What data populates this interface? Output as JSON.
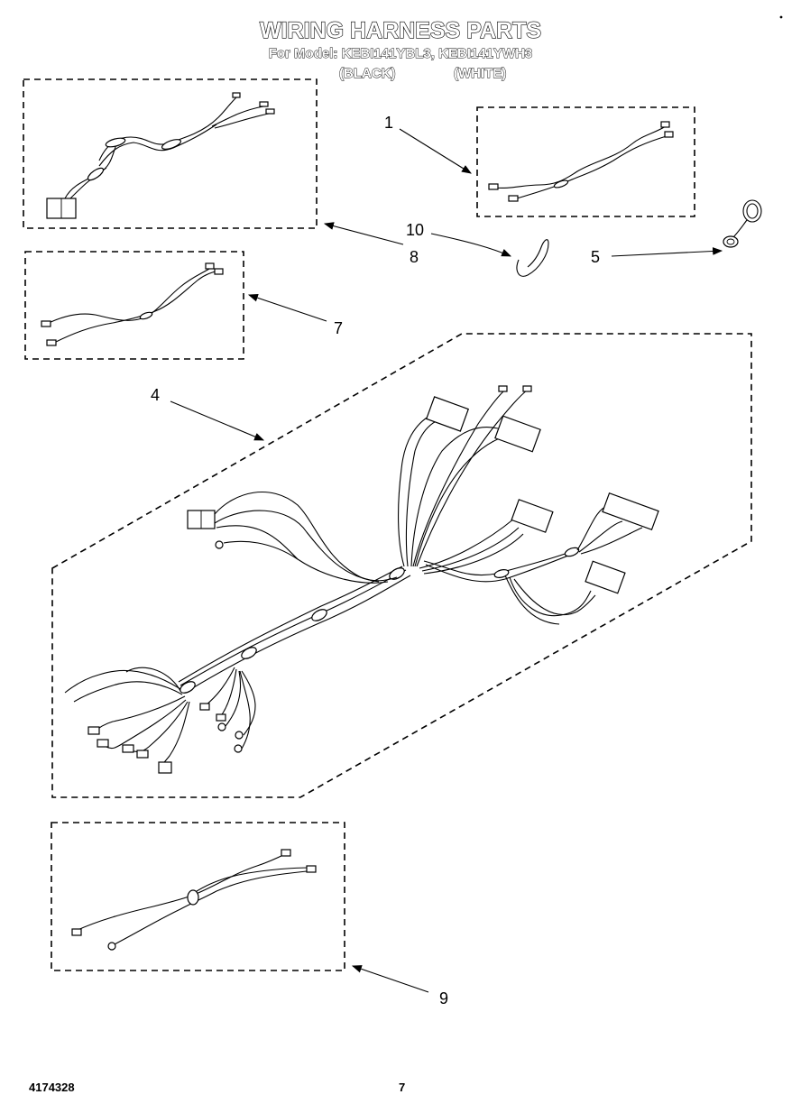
{
  "header": {
    "title": "WIRING HARNESS PARTS",
    "subtitle": "For Model: KEBI141YBL3, KEBI141YWH3",
    "variant_black": "(BLACK)",
    "variant_white": "(WHITE)"
  },
  "callouts": [
    "1",
    "10",
    "5",
    "8",
    "7",
    "4",
    "9"
  ],
  "footer": {
    "doc_number": "4174328",
    "page_number": "7"
  }
}
